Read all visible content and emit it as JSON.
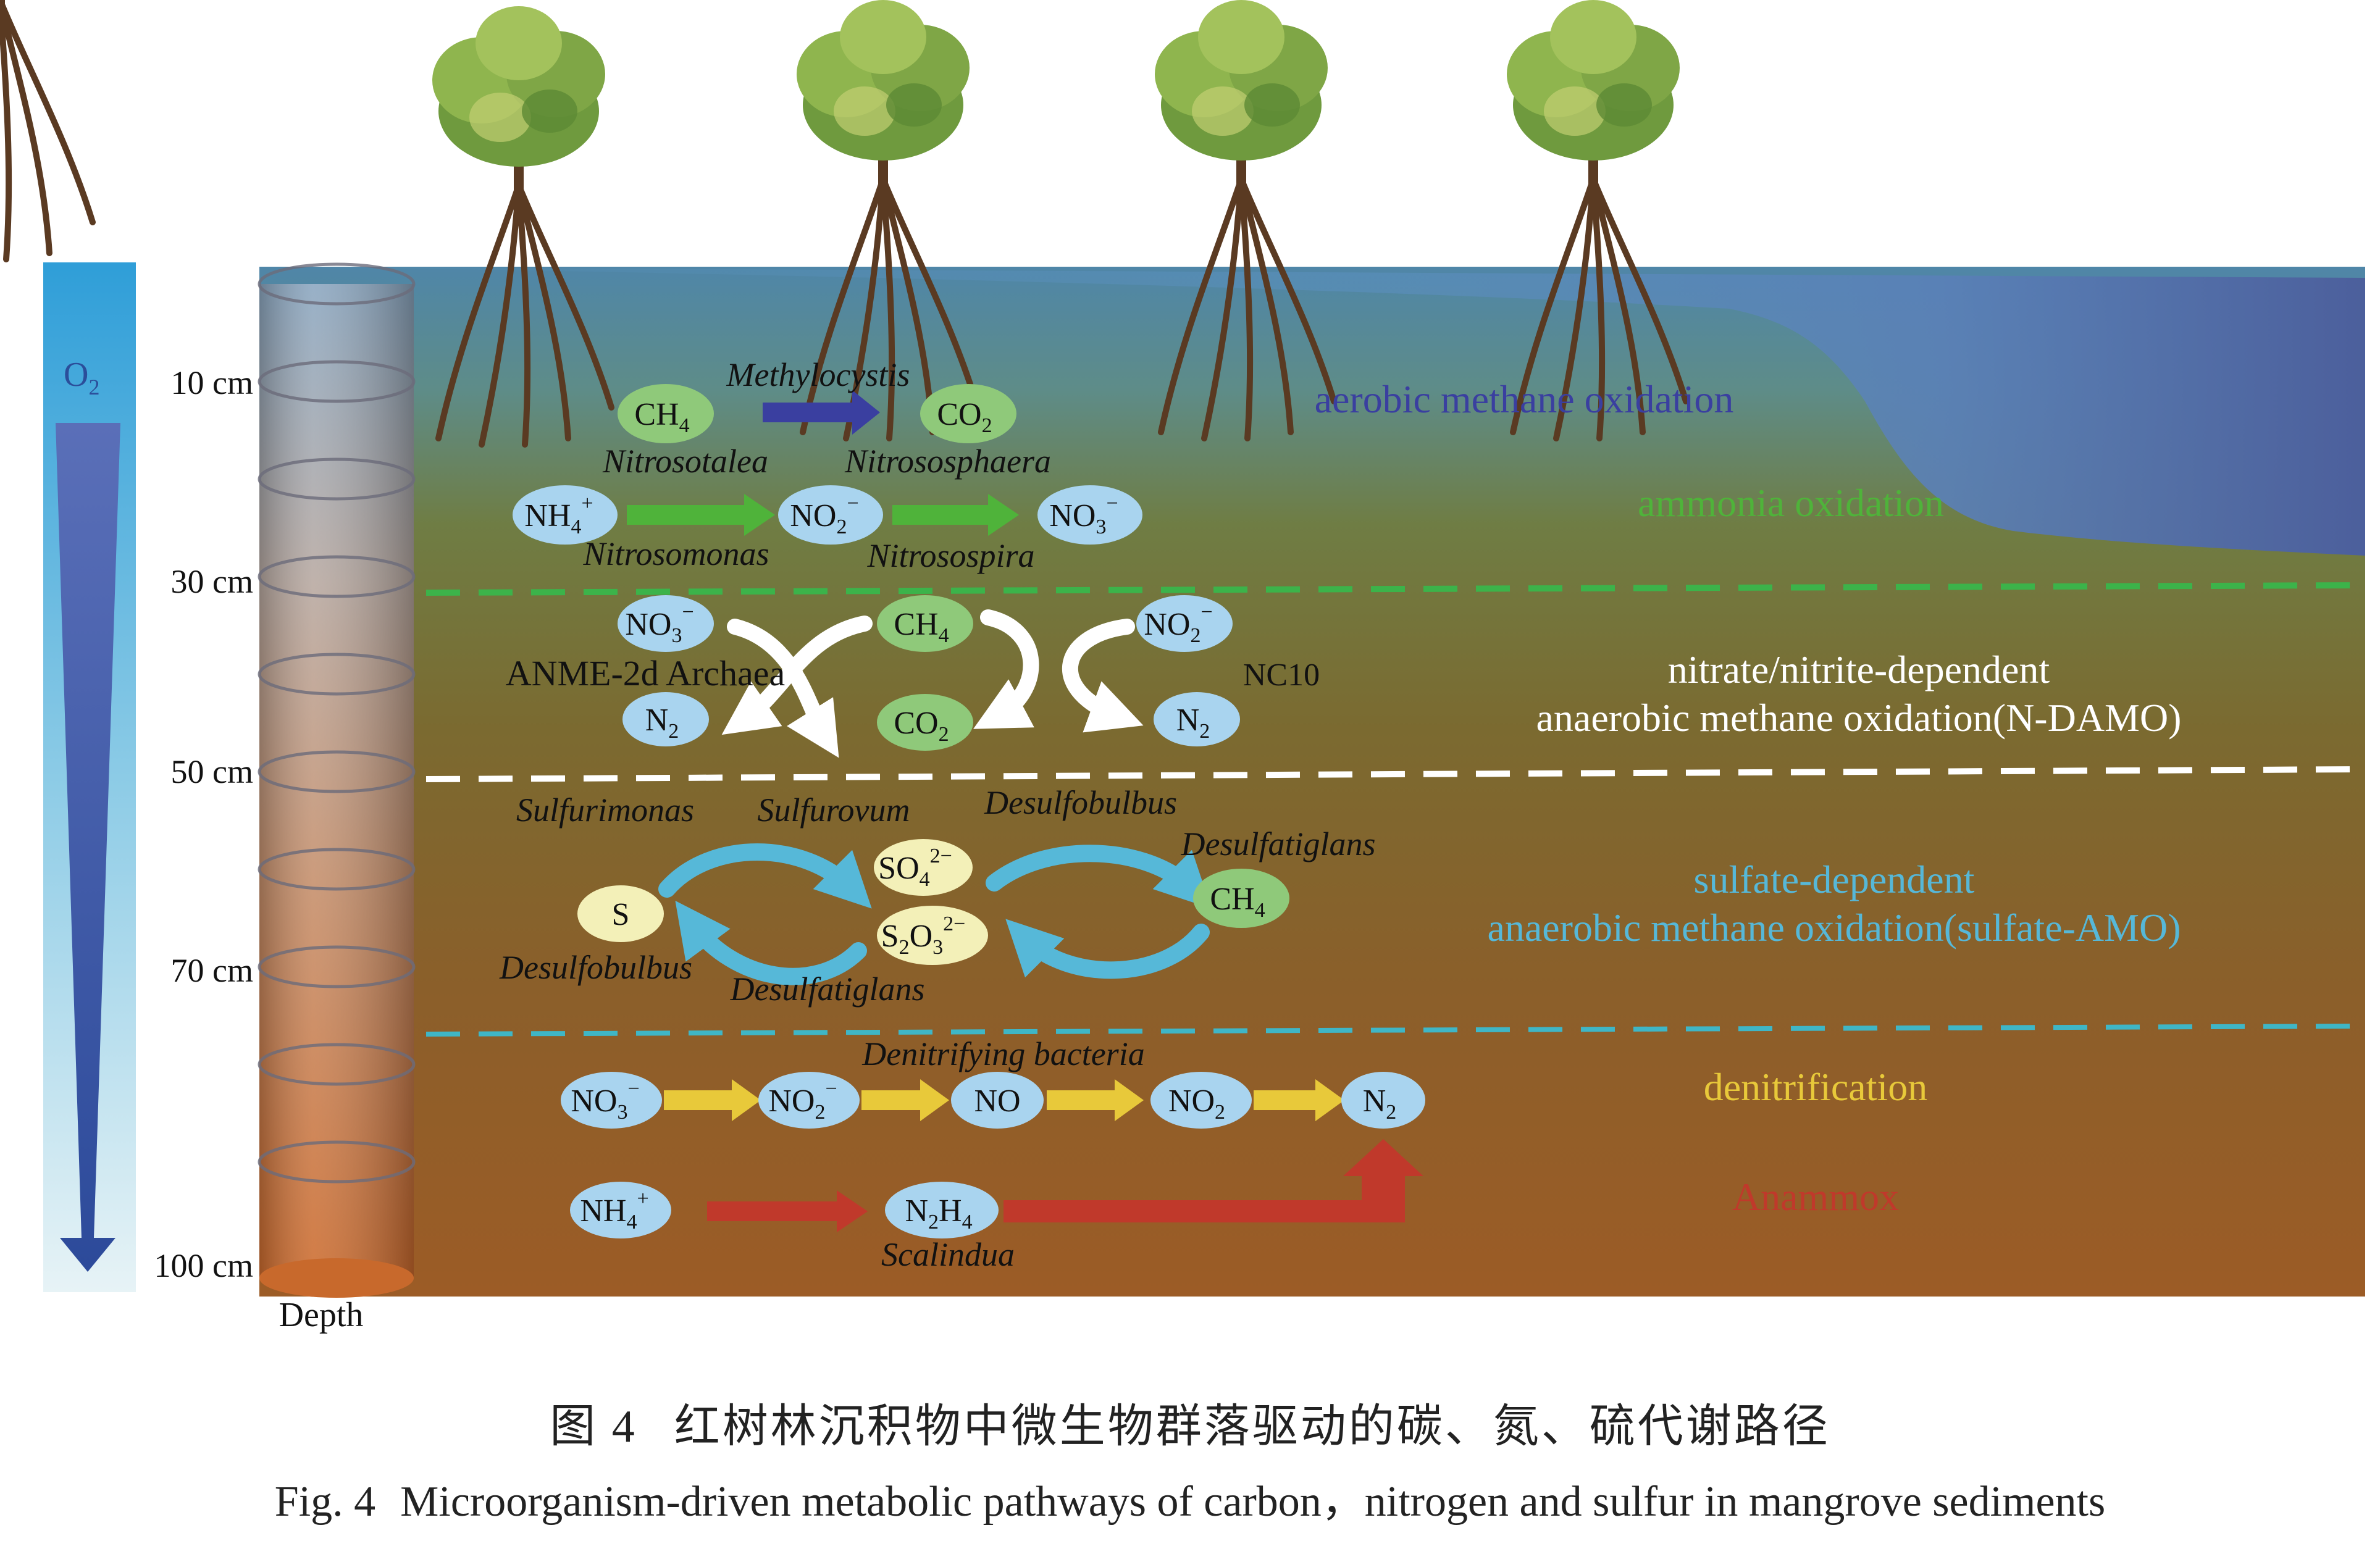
{
  "colors": {
    "water": "#4e87b8",
    "sediment_top": "#6f7a3e",
    "sediment_bottom": "#9a5a26",
    "aerobic": "#3a3fa0",
    "ammonia": "#4fb33a",
    "ndamo": "#ffffff",
    "sulfate": "#56b8d8",
    "denitrification": "#e8c93a",
    "anammox": "#c0392b",
    "bubble_blue": "#a9d4ef",
    "bubble_green": "#8fc97a",
    "bubble_yellow": "#f3f0b8"
  },
  "oxygen_bar": {
    "label": "O",
    "label_sub": "2"
  },
  "depth": {
    "label": "Depth",
    "ticks": [
      "10 cm",
      "30 cm",
      "50 cm",
      "70 cm",
      "100 cm"
    ]
  },
  "zones": {
    "aerobic": "aerobic methane oxidation",
    "ammonia": "ammonia oxidation",
    "ndamo_line1": "nitrate/nitrite-dependent",
    "ndamo_line2": "anaerobic methane oxidation(N-DAMO)",
    "sulfate_line1": "sulfate-dependent",
    "sulfate_line2": "anaerobic methane oxidation(sulfate-AMO)",
    "denitrification": "denitrification",
    "anammox": "Anammox"
  },
  "organisms": {
    "methylocystis": "Methylocystis",
    "nitrosotalea": "Nitrosotalea",
    "nitrososphaera": "Nitrososphaera",
    "nitrosomonas": "Nitrosomonas",
    "nitrosospira": "Nitrosospira",
    "anme": "ANME-2d Archaea",
    "nc10": "NC10",
    "sulfurimonas": "Sulfurimonas",
    "sulfurovum": "Sulfurovum",
    "desulfobulbus_top": "Desulfobulbus",
    "desulfatiglans_top": "Desulfatiglans",
    "desulfobulbus_bottom": "Desulfobulbus",
    "desulfatiglans_bottom": "Desulfatiglans",
    "denitrifying": "Denitrifying bacteria",
    "scalindua": "Scalindua"
  },
  "compounds": {
    "ch4_a": {
      "base": "CH",
      "sub": "4"
    },
    "co2_a": {
      "base": "CO",
      "sub": "2"
    },
    "nh4_a": {
      "base": "NH",
      "sub": "4",
      "sup": "+"
    },
    "no2_a": {
      "base": "NO",
      "sub": "2",
      "sup": "−"
    },
    "no3_a": {
      "base": "NO",
      "sub": "3",
      "sup": "−"
    },
    "no3_b": {
      "base": "NO",
      "sub": "3",
      "sup": "−"
    },
    "ch4_b": {
      "base": "CH",
      "sub": "4"
    },
    "no2_b": {
      "base": "NO",
      "sub": "2",
      "sup": "−"
    },
    "n2_a": {
      "base": "N",
      "sub": "2"
    },
    "co2_b": {
      "base": "CO",
      "sub": "2"
    },
    "n2_b": {
      "base": "N",
      "sub": "2"
    },
    "so4": {
      "base": "SO",
      "sub": "4",
      "sup": "2−"
    },
    "s": {
      "base": "S"
    },
    "s2o3": {
      "base": "S",
      "sub": "2",
      "base2": "O",
      "sub2": "3",
      "sup": "2−"
    },
    "ch4_c": {
      "base": "CH",
      "sub": "4"
    },
    "no3_c": {
      "base": "NO",
      "sub": "3",
      "sup": "−"
    },
    "no2_c": {
      "base": "NO",
      "sub": "2",
      "sup": "−"
    },
    "no": {
      "base": "NO"
    },
    "no2_gas": {
      "base": "NO",
      "sub": "2"
    },
    "n2_c": {
      "base": "N",
      "sub": "2"
    },
    "nh4_b": {
      "base": "NH",
      "sub": "4",
      "sup": "+"
    },
    "n2h4": {
      "base": "N",
      "sub": "2",
      "base2": "H",
      "sub2": "4"
    }
  },
  "caption": {
    "cn_number": "图 4",
    "cn_text": "红树林沉积物中微生物群落驱动的碳、氮、硫代谢路径",
    "en_number": "Fig. 4",
    "en_text": "Microorganism-driven metabolic pathways of carbon，nitrogen and sulfur in mangrove sediments"
  }
}
